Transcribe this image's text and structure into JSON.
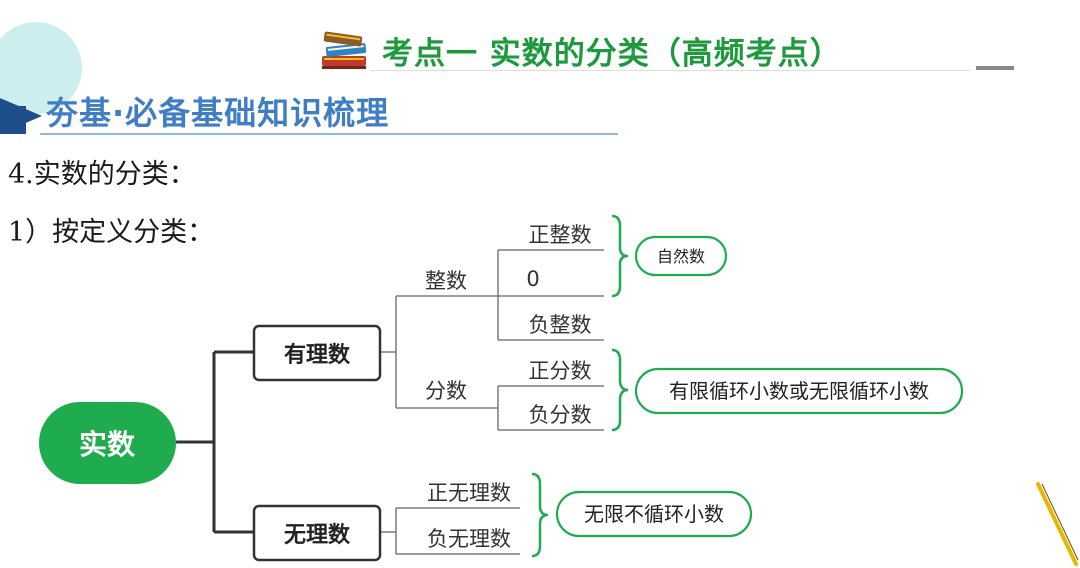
{
  "header": {
    "title": "考点一  实数的分类（高频考点）",
    "books_icon": "books-icon"
  },
  "section": {
    "title": "夯基·必备基础知识梳理"
  },
  "body": {
    "line1": "4.实数的分类：",
    "line2": "1）按定义分类："
  },
  "diagram": {
    "root": "实数",
    "rational": "有理数",
    "irrational": "无理数",
    "integers": "整数",
    "fractions": "分数",
    "positive_integer": "正整数",
    "zero": "0",
    "negative_integer": "负整数",
    "positive_fraction": "正分数",
    "negative_fraction": "负分数",
    "positive_irrational": "正无理数",
    "negative_irrational": "负无理数",
    "natural_numbers": "自然数",
    "rational_note": "有限循环小数或无限循环小数",
    "irrational_note": "无限不循环小数",
    "colors": {
      "green": "#1fac4f",
      "dark": "#333333",
      "line": "#666666"
    }
  },
  "decor": {
    "pencil_icon": "pencil-icon"
  }
}
